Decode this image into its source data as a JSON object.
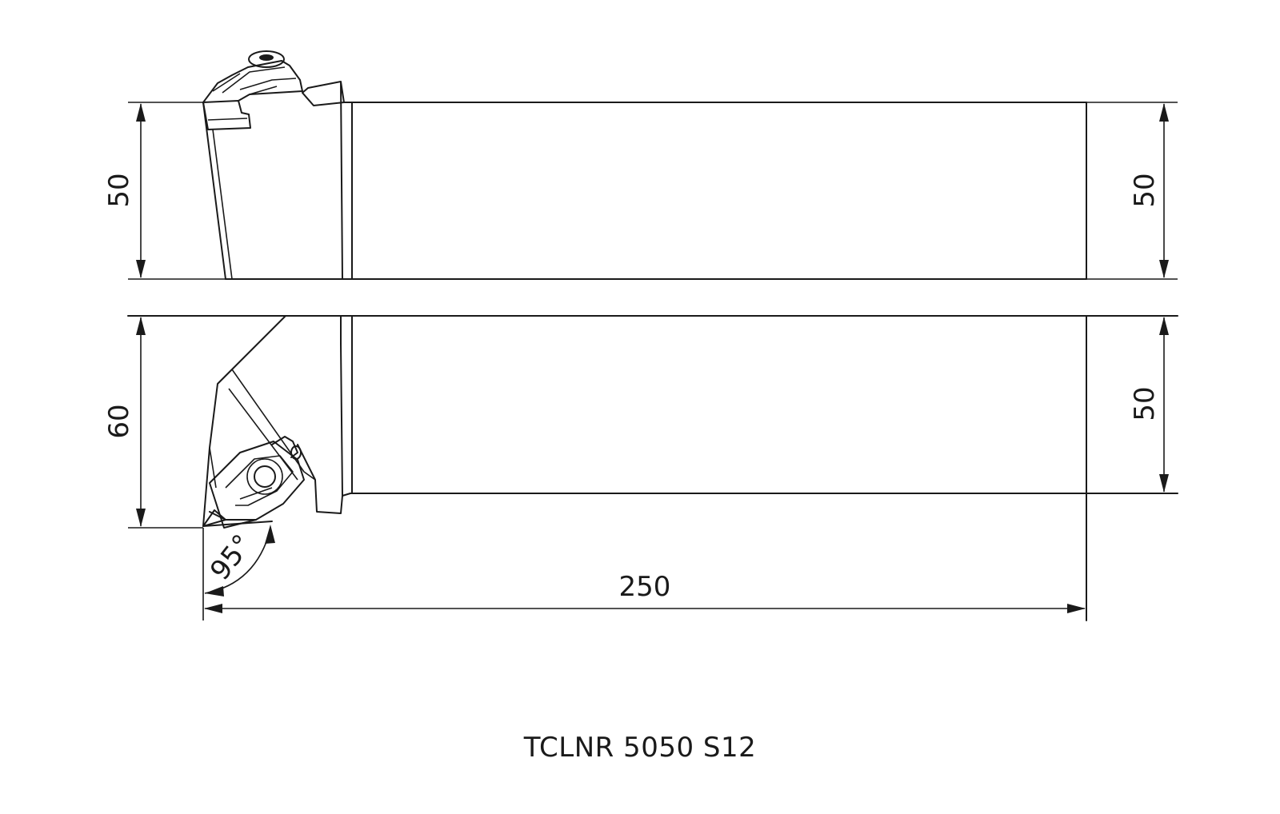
{
  "drawing": {
    "top_view": {
      "height_left": "50",
      "height_right": "50"
    },
    "side_view": {
      "head_height": "60",
      "shank_height": "50",
      "approach_angle": "95°"
    },
    "overall_length": "250",
    "designation": "TCLNR 5050 S12",
    "line_color": "#1a1a1a",
    "background_color": "#ffffff"
  }
}
